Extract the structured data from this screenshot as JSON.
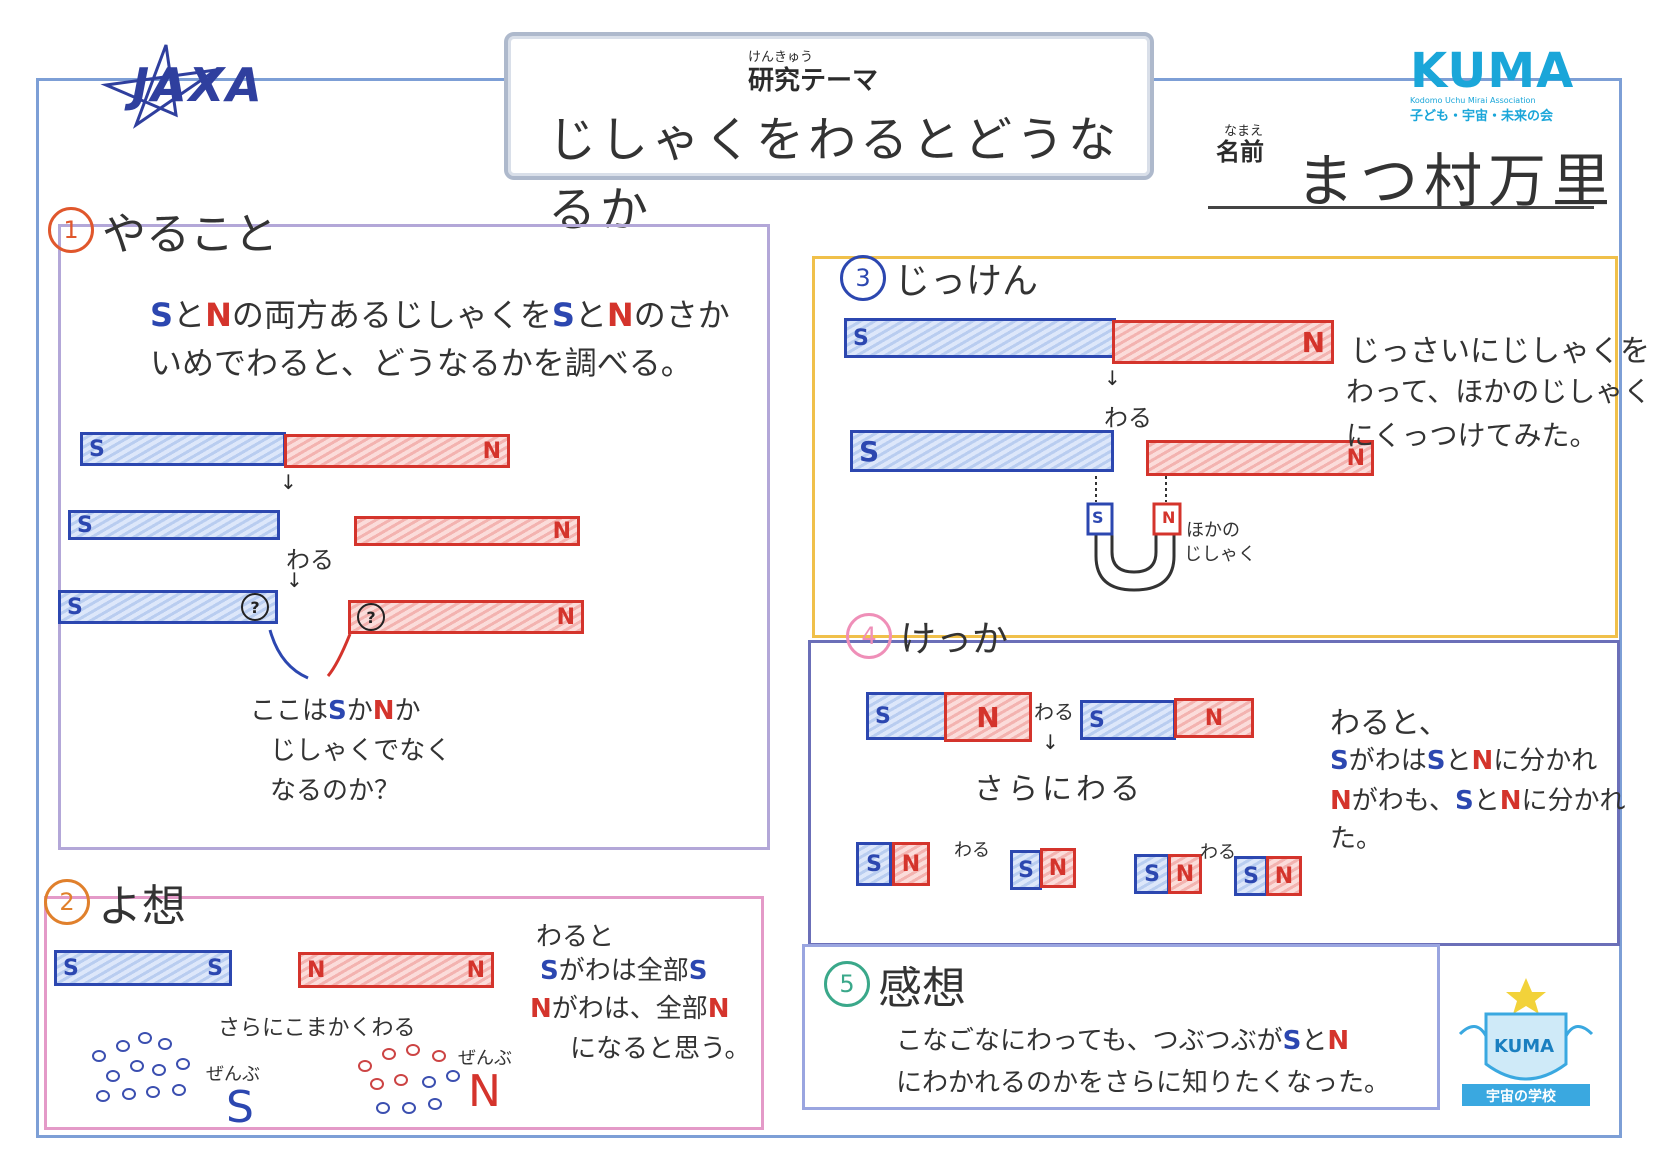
{
  "header": {
    "logo_left": "JAXA",
    "theme_ruby": "けんきゅう",
    "theme_label": "研究テーマ",
    "theme_text": "じしゃくをわるとどうなるか",
    "name_ruby": "なまえ",
    "name_label": "名前",
    "name_value": "まつ村万里",
    "logo_right": "KUMA",
    "logo_right_sub1": "Kodomo Uchu Mirai Association",
    "logo_right_sub2": "子ども・宇宙・未来の会"
  },
  "sec1": {
    "num": "1",
    "title": "やること",
    "line1_a": "S",
    "line1_b": "と",
    "line1_c": "N",
    "line1_d": "の両方あるじしゃくを",
    "line1_e": "S",
    "line1_f": "と",
    "line1_g": "N",
    "line1_h": "のさか",
    "line2": "いめでわると、どうなるかを調べる。",
    "mag_s": "S",
    "mag_n": "N",
    "waru": "わる",
    "q": "?",
    "note1_a": "ここは",
    "note1_b": "S",
    "note1_c": "か",
    "note1_d": "N",
    "note1_e": "か",
    "note2": "じしゃくでなく",
    "note3": "なるのか？"
  },
  "sec2": {
    "num": "2",
    "title": "よ想",
    "mag_s": "S",
    "mag_n": "N",
    "pred1": "わると",
    "pred2_a": "S",
    "pred2_b": "がわは全部",
    "pred2_c": "S",
    "pred3_a": "N",
    "pred3_b": "がわは、全部",
    "pred3_c": "N",
    "pred4": "になると思う。",
    "finer": "さらにこまかくわる",
    "zenbu": "ぜんぶ"
  },
  "sec3": {
    "num": "3",
    "title": "じっけん",
    "mag_s": "S",
    "mag_n": "N",
    "waru": "わる",
    "desc1": "じっさいにじしゃくを",
    "desc2": "わって、ほかのじしゃく",
    "desc3": "にくっつけてみた。",
    "other1": "ほかの",
    "other2": "じしゃく"
  },
  "sec4": {
    "num": "4",
    "title": "けっか",
    "mag_s": "S",
    "mag_n": "N",
    "waru": "わる",
    "sarani": "さらにわる",
    "res1": "わると、",
    "res2_a": "S",
    "res2_b": "がわは",
    "res2_c": "S",
    "res2_d": "と",
    "res2_e": "N",
    "res2_f": "に分かれ",
    "res3_a": "N",
    "res3_b": "がわも、",
    "res3_c": "S",
    "res3_d": "と",
    "res3_e": "N",
    "res3_f": "に分かれ",
    "res4": "た。"
  },
  "sec5": {
    "num": "5",
    "title": "感想",
    "line1_a": "こなごなにわっても、つぶつぶが",
    "line1_b": "S",
    "line1_c": "と",
    "line1_d": "N",
    "line2": "にわかれるのかをさらに知りたくなった。"
  },
  "badge": {
    "name": "KUMA",
    "label": "宇宙の学校"
  }
}
